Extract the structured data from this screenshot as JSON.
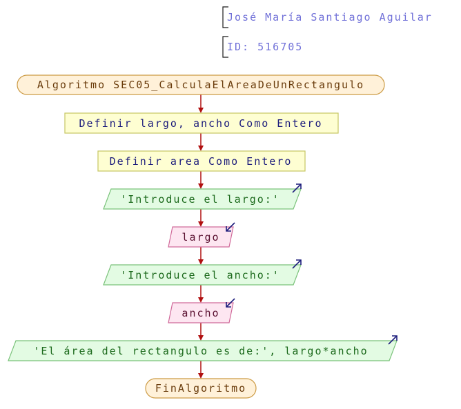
{
  "comments": {
    "author": "José María Santiago Aguilar",
    "id": "ID: 516705"
  },
  "flow": {
    "start": "Algoritmo SEC05_CalculaElAreaDeUnRectangulo",
    "define_1": "Definir largo, ancho Como Entero",
    "define_2": "Definir area Como Entero",
    "output_1": "'Introduce el largo:'",
    "input_1": "largo",
    "output_2": "'Introduce el ancho:'",
    "input_2": "ancho",
    "output_3": "'El área del rectangulo es de:', largo*ancho",
    "end": "FinAlgoritmo"
  },
  "colors": {
    "comment_text": "#7070d8",
    "terminal_fill": "#fff1d9",
    "terminal_stroke": "#cc9b45",
    "terminal_text": "#6a3c0c",
    "process_fill": "#fefed2",
    "process_stroke": "#c6c662",
    "process_text": "#1c1c7c",
    "output_fill": "#e3fbe3",
    "output_stroke": "#7ac27a",
    "output_text": "#1c6a1c",
    "input_fill": "#fde6f1",
    "input_stroke": "#d06a9a",
    "input_text": "#5a1030",
    "arrow": "#b01010",
    "io_arrow": "#1c1c7c"
  }
}
